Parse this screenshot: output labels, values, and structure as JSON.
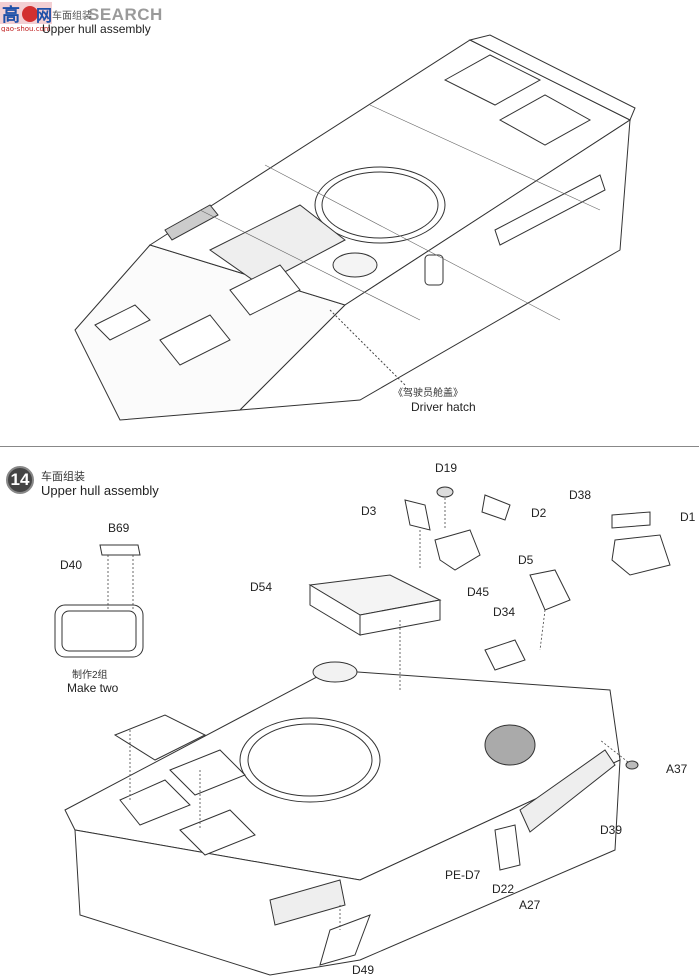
{
  "watermark": {
    "logo_text": "高手网",
    "logo_sub": "gao-shou.com",
    "brand": "SEARCH"
  },
  "step13": {
    "title_cn": "车面组装",
    "title_en": "Upper hull assembly",
    "callout_cn": "《驾驶员舱盖》",
    "callout_en": "Driver hatch"
  },
  "step14": {
    "number": "14",
    "title_cn": "车面组装",
    "title_en": "Upper hull assembly",
    "subassembly": {
      "parts": [
        "B69",
        "D40"
      ],
      "note_cn": "制作2组",
      "note_en": "Make two"
    },
    "parts": {
      "D19": "D19",
      "D3": "D3",
      "D2": "D2",
      "D5": "D5",
      "D38": "D38",
      "D1": "D1",
      "D54": "D54",
      "D45": "D45",
      "D34": "D34",
      "A37": "A37",
      "D39": "D39",
      "PE_D7": "PE-D7",
      "D22": "D22",
      "A27": "A27",
      "D49": "D49",
      "B69": "B69",
      "D40": "D40"
    }
  }
}
